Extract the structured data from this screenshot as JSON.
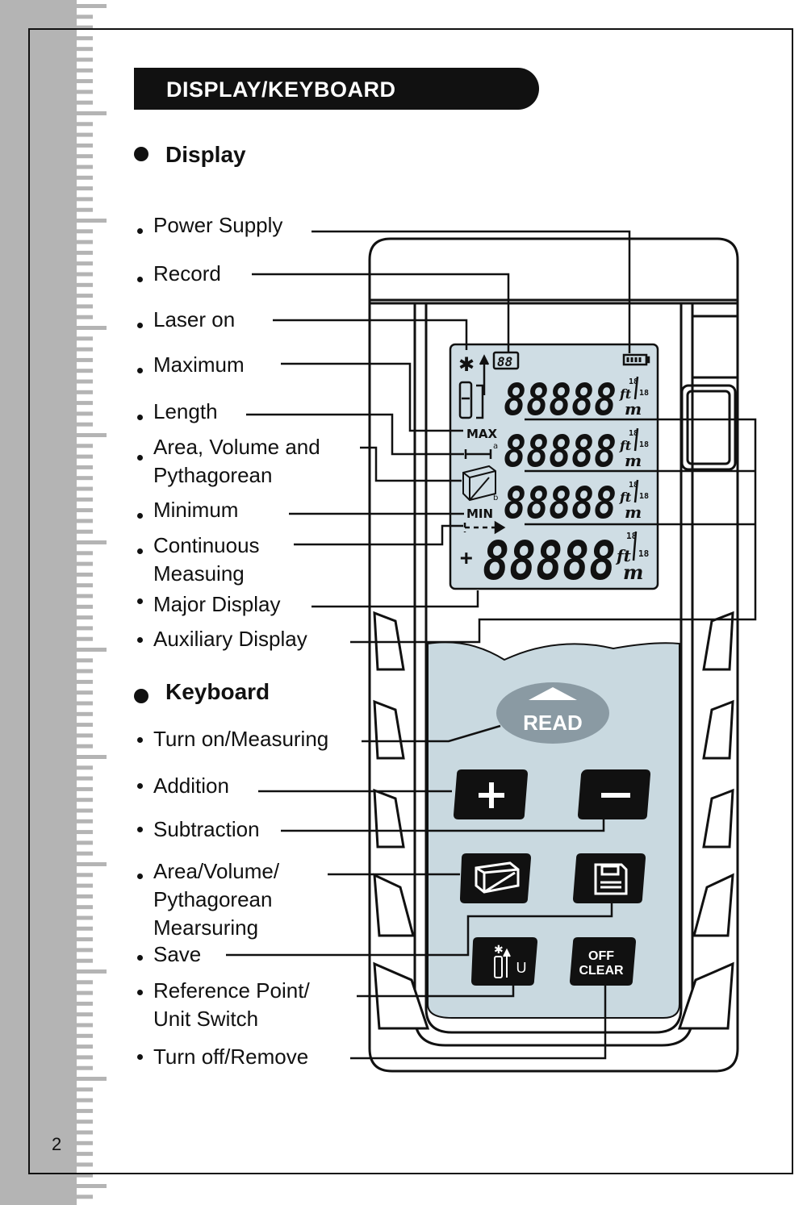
{
  "page_number": "2",
  "header": {
    "title": "DISPLAY/KEYBOARD"
  },
  "display_section": {
    "title": "Display",
    "items": [
      "Power Supply",
      "Record",
      "Laser on",
      "Maximum",
      "Length",
      "Area, Volume and\nPythagorean",
      "Minimum",
      "Continuous\nMeasuing",
      "Major Display",
      "Auxiliary Display"
    ]
  },
  "keyboard_section": {
    "title": "Keyboard",
    "items": [
      "Turn on/Measuring",
      "Addition",
      "Subtraction",
      "Area/Volume/\nPythagorean\nMearsuring",
      "Save",
      "Reference Point/\nUnit Switch",
      "Turn off/Remove"
    ]
  },
  "lcd": {
    "digits": "88888",
    "record_digits": "88",
    "max_label": "MAX",
    "min_label": "MIN",
    "unit_ft": "ft",
    "unit_m": "m",
    "plus_sign": "+",
    "fraction": "18",
    "side_a": "a",
    "side_b": "b"
  },
  "buttons": {
    "read": "READ",
    "plus": "+",
    "minus": "−",
    "unit": "U",
    "off": "OFF",
    "clear": "CLEAR"
  },
  "colors": {
    "lcd": "#cfdde4",
    "keypad": "#c9d9e0",
    "read_button": "#8a9aa3",
    "ruler": "#b4b4b4"
  }
}
